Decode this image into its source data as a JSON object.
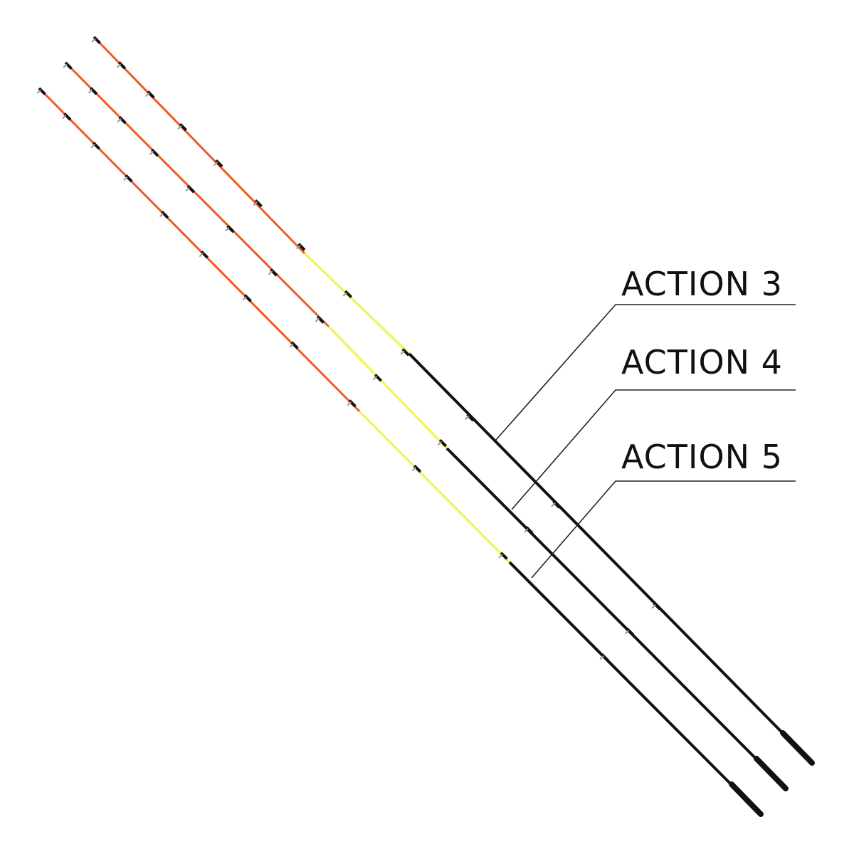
{
  "labels": {
    "action_3": "ACTION 3",
    "action_4": "ACTION 4",
    "action_5": "ACTION 5"
  },
  "colors": {
    "tip_orange": "#f05a24",
    "tip_yellow": "#eef562",
    "blank_black": "#111111",
    "guide_silver": "#9a9a9a",
    "leader_line": "#222222",
    "background": "#ffffff"
  }
}
